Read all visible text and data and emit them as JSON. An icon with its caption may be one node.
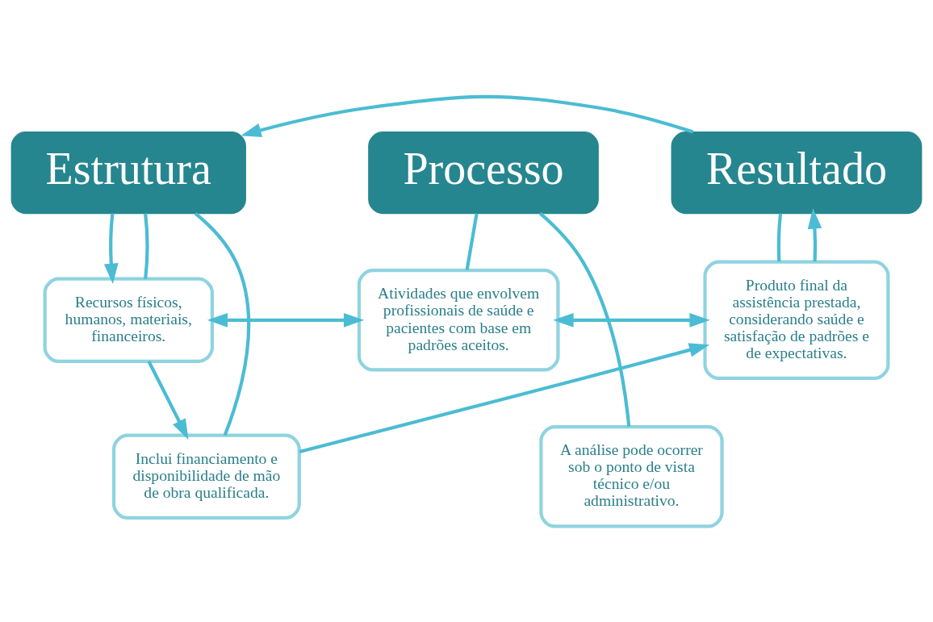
{
  "diagram": {
    "nodes": [
      {
        "text": [
          "Estrutura"
        ]
      },
      {
        "text": [
          "Processo"
        ]
      },
      {
        "text": [
          "Resultado"
        ]
      },
      {
        "text": [
          "Recursos físicos, humanos, materiais, financeiros."
        ]
      },
      {
        "text": [
          "Inclui financiamento e disponibilidade de mão de obra qualificada."
        ]
      },
      {
        "text": [
          "Atividades que envolvem profissionais de saúde e pacientes com base em padrões aceitos."
        ]
      },
      {
        "text": [
          "A análise pode ocorrer sob o ponto de vista técnico e/ou administrativo."
        ]
      },
      {
        "text": [
          "Produto final da assistência prestada, considerando saúde e satisfação de padrões e de expectativas."
        ]
      }
    ],
    "edges": [
      {
        "from": 0,
        "to": 3,
        "arrow": "to"
      },
      {
        "from": 3,
        "to": 4,
        "arrow": "to"
      },
      {
        "from": 4,
        "to": 7,
        "arrow": "to"
      },
      {
        "from": 7,
        "to": 2,
        "arrow": "to"
      },
      {
        "from": 2,
        "to": 0,
        "arrow": "to"
      },
      {
        "from": 0,
        "to": 3,
        "arrow": "none"
      },
      {
        "from": 0,
        "to": 4,
        "arrow": "none"
      },
      {
        "from": 1,
        "to": 5,
        "arrow": "none"
      },
      {
        "from": 1,
        "to": 6,
        "arrow": "none"
      },
      {
        "from": 2,
        "to": 7,
        "arrow": "none"
      },
      {
        "from": 3,
        "to": 5,
        "arrow": "both"
      },
      {
        "from": 5,
        "to": 7,
        "arrow": "both"
      }
    ]
  }
}
